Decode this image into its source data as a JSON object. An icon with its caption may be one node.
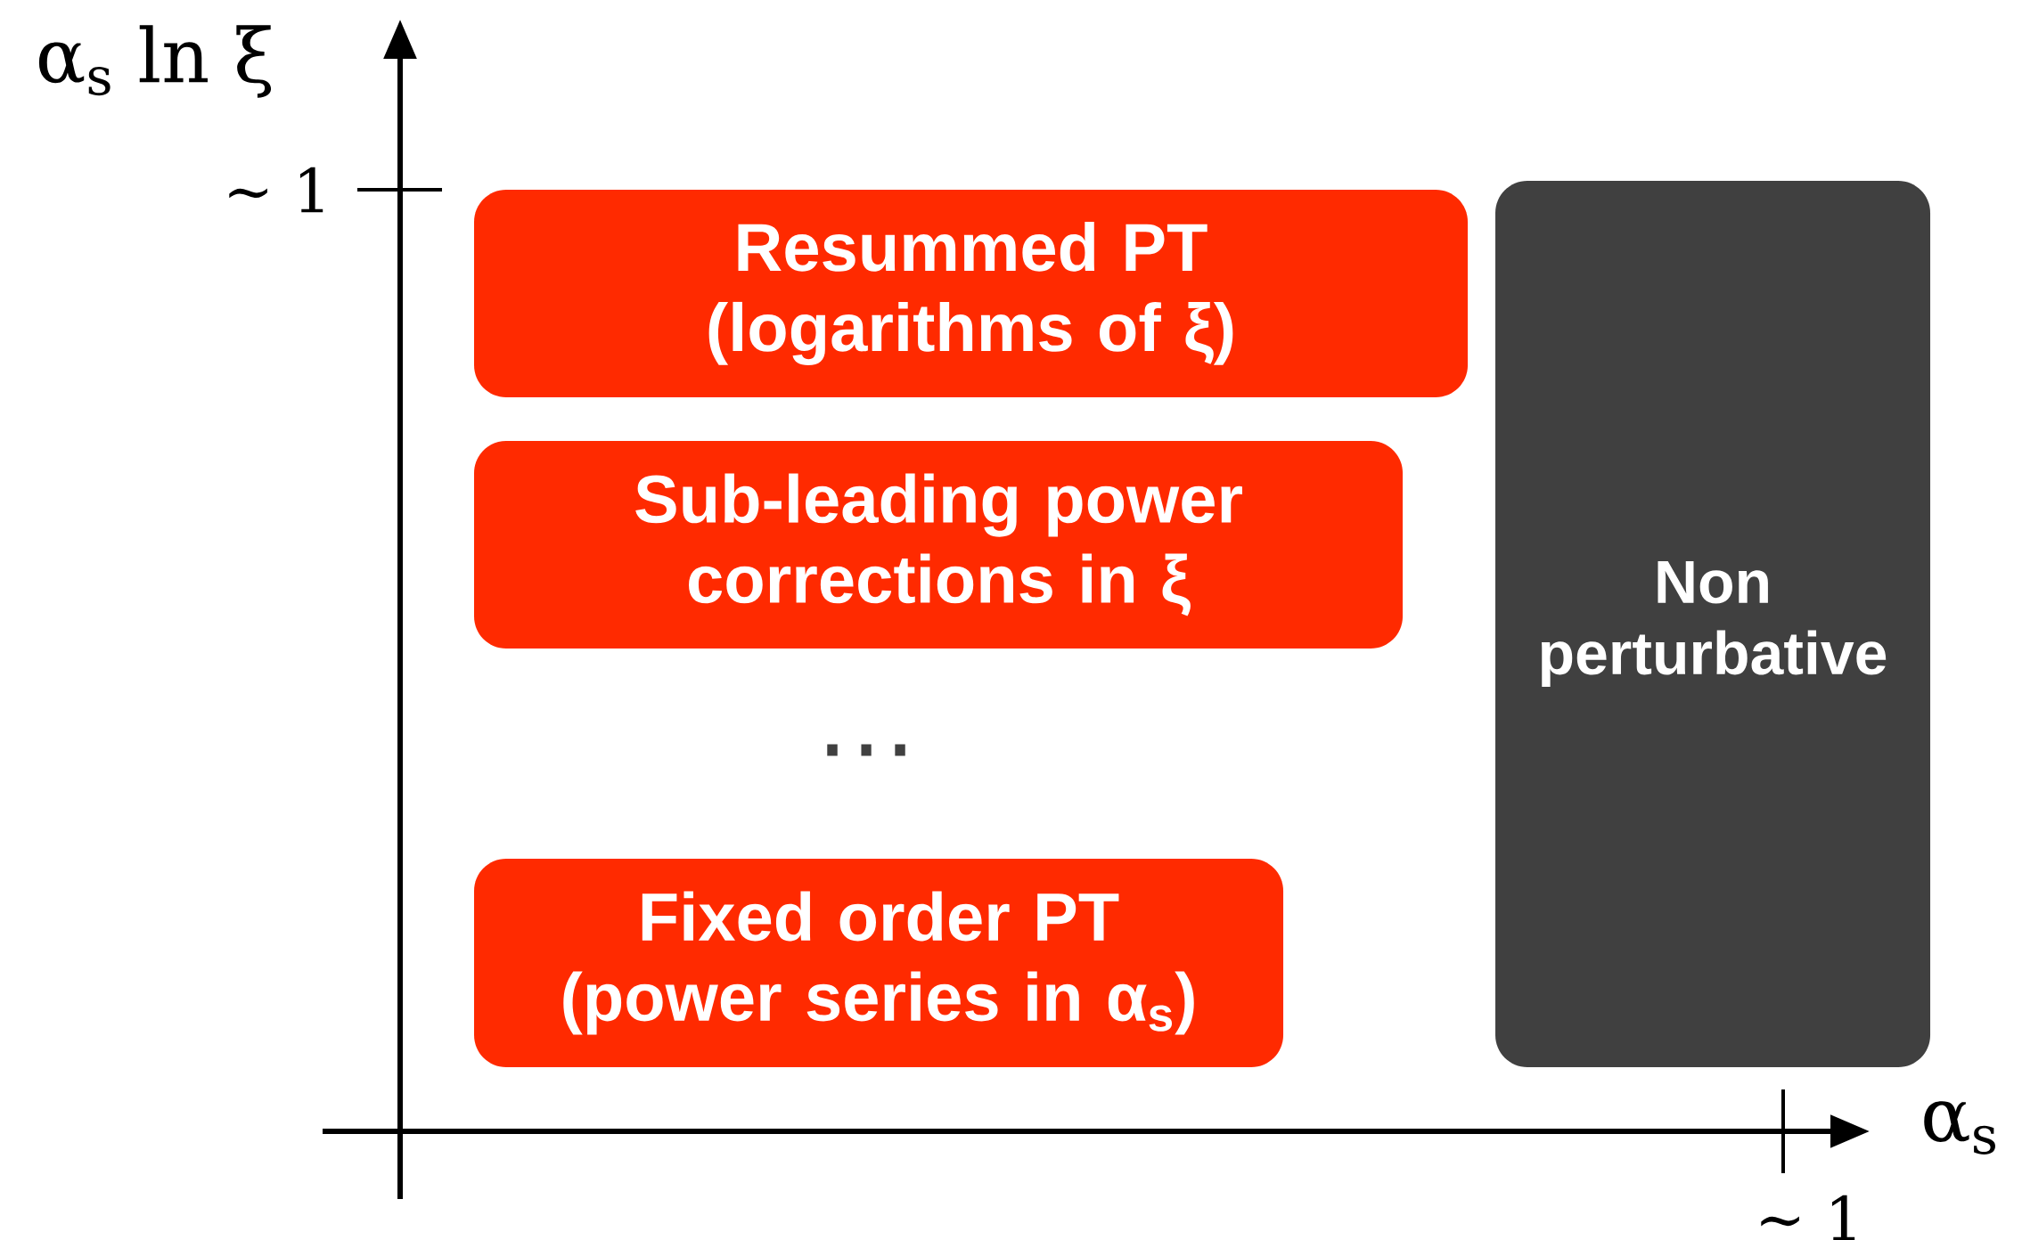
{
  "diagram": {
    "nodes": [
      {
        "text": [
          "Resummed PT",
          "(logarithms of ξ)"
        ]
      },
      {
        "text": [
          "Sub-leading power corrections in ξ"
        ]
      },
      {
        "text": [
          "Fixed order PT",
          "(power series in α$_{s}$)"
        ]
      },
      {
        "text": [
          "Non perturbative"
        ]
      }
    ],
    "edges": [],
    "labels": [
      "α$_{s}$ ln ξ",
      "∼ 1",
      "…",
      "α$_{s}$",
      "∼ 1"
    ]
  }
}
